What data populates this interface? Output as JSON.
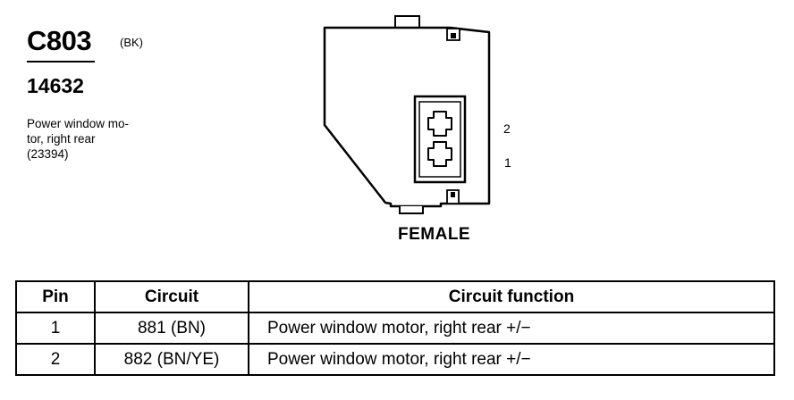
{
  "connector": {
    "id": "C803",
    "color": "(BK)",
    "part_number": "14632",
    "description_lines": [
      "Power window mo-",
      "tor, right rear",
      "(23394)"
    ],
    "gender": "FEMALE",
    "cavity_labels": [
      "2",
      "1"
    ]
  },
  "table": {
    "headers": {
      "pin": "Pin",
      "circuit": "Circuit",
      "function": "Circuit function"
    },
    "rows": [
      {
        "pin": "1",
        "circuit": "881 (BN)",
        "function": "Power window motor, right rear  +/−"
      },
      {
        "pin": "2",
        "circuit": "882 (BN/YE)",
        "function": "Power window motor, right rear  +/−"
      }
    ]
  }
}
